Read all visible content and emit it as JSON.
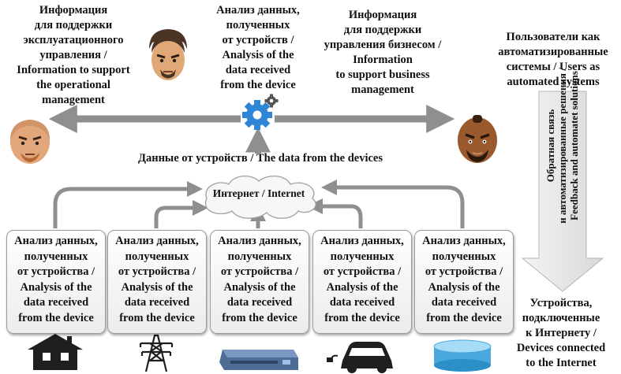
{
  "labels": {
    "operational_info": "Информация\nдля поддержки\nэксплуатационного\nуправления /\nInformation to support\nthe operational\nmanagement",
    "top_analysis": "Анализ данных,\nполученных\nот устройств /\nAnalysis of the\ndata received\nfrom the device",
    "business_info": "Информация\nдля поддержки\nуправления бизнесом /\nInformation\nto support business\nmanagement",
    "users_automated": "Пользователи как\nавтоматизированные\nсистемы / Users as\nautomated systems",
    "data_from_devices": "Данные от устройств / The data from the devices",
    "internet": "Интернет / Internet",
    "feedback": "Обратная связь\nи автоматизированные решения /\nFeedback and automatet solutions",
    "connected_devices": "Устройства,\nподключенные\nк Интернету /\nDevices connected\nto the Internet"
  },
  "device_boxes": [
    {
      "text": "Анализ данных,\nполученных\nот устройства /\nAnalysis of the\ndata received\nfrom the device"
    },
    {
      "text": "Анализ данных,\nполученных\nот устройства /\nAnalysis of the\ndata received\nfrom the device"
    },
    {
      "text": "Анализ данных,\nполученных\nот устройства /\nAnalysis of the\ndata received\nfrom the device"
    },
    {
      "text": "Анализ данных,\nполученных\nот устройства /\nAnalysis of the\ndata received\nfrom the device"
    },
    {
      "text": "Анализ данных,\nполученных\nот устройства /\nAnalysis of the\ndata received\nfrom the device"
    }
  ],
  "icons": [
    "house-icon",
    "power-tower-icon",
    "server-appliance-icon",
    "electric-car-icon",
    "cylinder-sensor-icon",
    "gear-icon",
    "person-icon"
  ],
  "colors": {
    "arrow": "#8f8f8f",
    "gear": "#2f86d6",
    "text": "#111111"
  }
}
